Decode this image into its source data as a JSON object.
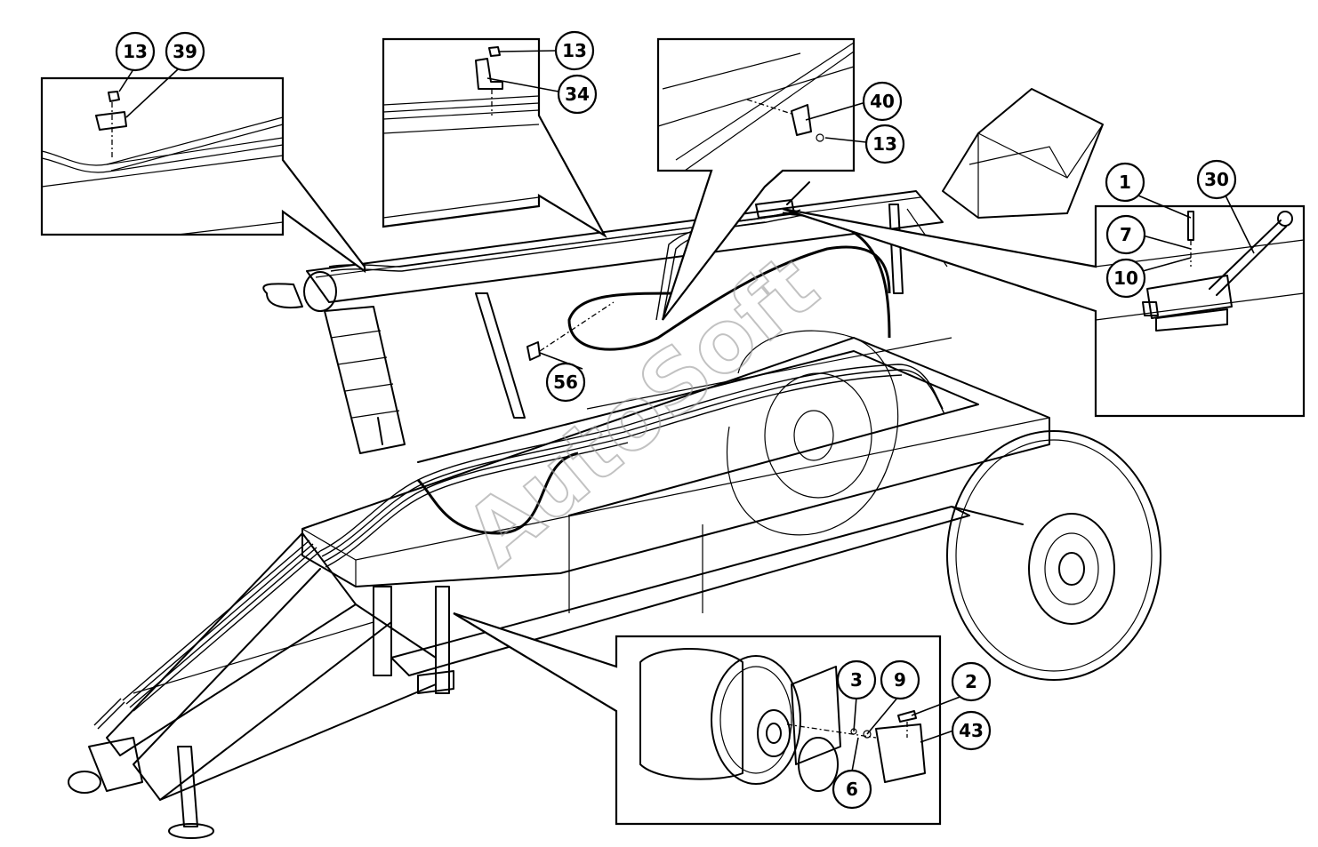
{
  "watermark": "AutoSoft",
  "callouts": [
    {
      "id": "c13a",
      "label": "13"
    },
    {
      "id": "c39",
      "label": "39"
    },
    {
      "id": "c13b",
      "label": "13"
    },
    {
      "id": "c34",
      "label": "34"
    },
    {
      "id": "c40",
      "label": "40"
    },
    {
      "id": "c13c",
      "label": "13"
    },
    {
      "id": "c1",
      "label": "1"
    },
    {
      "id": "c30",
      "label": "30"
    },
    {
      "id": "c7",
      "label": "7"
    },
    {
      "id": "c10",
      "label": "10"
    },
    {
      "id": "c56",
      "label": "56"
    },
    {
      "id": "c3",
      "label": "3"
    },
    {
      "id": "c9",
      "label": "9"
    },
    {
      "id": "c2",
      "label": "2"
    },
    {
      "id": "c43",
      "label": "43"
    },
    {
      "id": "c6",
      "label": "6"
    }
  ],
  "colors": {
    "line": "#000000",
    "background": "#ffffff",
    "watermark": "#9a9a9a"
  }
}
